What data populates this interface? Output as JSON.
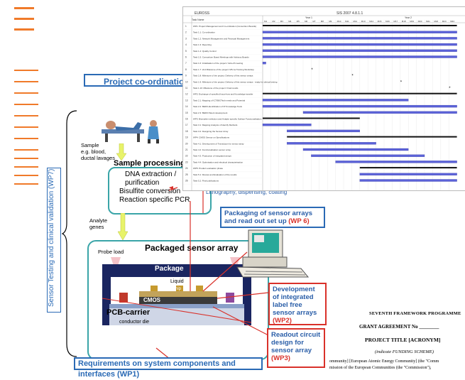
{
  "slide": {
    "pc_banner": "Project co-ordination an",
    "req_banner": "Requirements on system components and interfaces (WP1)",
    "vertical_label": "Sensor Testing and clinical validation (WP7)",
    "sample_label": "Sample\ne.g. blood,\nductal lavages",
    "sample_processing": "Sample processing",
    "processing_steps": [
      "DNA extraction /",
      "purification",
      "Bisulfite conversion",
      "Reaction specific PCR"
    ],
    "analyte_label": "Analyte\ngenes",
    "sensor_title": "Packaged sensor array",
    "probe_label": "Probe load",
    "package_label": "Package",
    "liquid_label": "Liquid",
    "dna_chip_label": "DNA chip",
    "cmos_label": "CMOS",
    "pcb_label": "PCB-carrier",
    "conductive_label": "conductor die",
    "litho_text": "Lithography, dispensing, coating",
    "wp6_text": "Packaging of sensor arrays and read out set up",
    "wp6_tag": "(WP 6)",
    "wp2_text": "Development of integrated label free sensor arrays",
    "wp2_tag": "(WP2)",
    "wp3_text": "Readout circuit design for sensor array",
    "wp3_tag": "(WP3)"
  },
  "gantt": {
    "header_left": "EUROSS",
    "header_mid": "SIS 2007 4.8.1.1",
    "col_num": "#",
    "col_task": "Task Name",
    "year1": "Year 1",
    "year2": "Year 2",
    "months": [
      "M1",
      "M2",
      "M3",
      "M4",
      "M5",
      "M6",
      "M7",
      "M8",
      "M9",
      "M10",
      "M11",
      "M12",
      "M13",
      "M14",
      "M15",
      "M16",
      "M17",
      "M18",
      "M19",
      "M20",
      "M21",
      "M22",
      "M23",
      "M24"
    ],
    "rows": [
      {
        "n": "1",
        "t": "WP1: Project Management and Co-ordination (Consortium Boards)"
      },
      {
        "n": "2",
        "t": "Task 1.1: Co-ordination"
      },
      {
        "n": "3",
        "t": "Task 1.2: Network Management and Financial Management"
      },
      {
        "n": "4",
        "t": "Task 1.3: Reporting"
      },
      {
        "n": "5",
        "t": "Task 1.4: Quality Control"
      },
      {
        "n": "6",
        "t": "Task 1.5: Consortium Board Meetings with Advisory Boards"
      },
      {
        "n": "7",
        "t": "Task 1.6: Initialisation of the project / kick-off meeting"
      },
      {
        "n": "8",
        "t": "Task 1.7: 2nd Milestone of the project: MS 1a Training Workshop"
      },
      {
        "n": "9",
        "t": "Task 1.8: Milestone of the project: Delivery of first sensor arrays"
      },
      {
        "n": "10",
        "t": "Task 1.9: Milestone of the project: Delivery of first sensor arrays - ready for clinical testing"
      },
      {
        "n": "11",
        "t": "Task 1.10: Milestone of the project: Final results"
      },
      {
        "n": "12",
        "t": "WP2: Exchange of specified know-how and Knowledge transfer"
      },
      {
        "n": "13",
        "t": "Task 2.1: Mapping of ICT/BIOTech needs and Potential"
      },
      {
        "n": "14",
        "t": "Task 2.2: BEFD-identification of IP Knowledge Tools"
      },
      {
        "n": "15",
        "t": "Task 2.3: BEFD Patent development"
      },
      {
        "n": "16",
        "t": "WP3: Biomarker selection and Analyte specific Surface Functionalisation"
      },
      {
        "n": "17",
        "t": "Task 3.1: Mapping Analysis of Identify Methods"
      },
      {
        "n": "18",
        "t": "Task 3.2: Designing the Sensor Array"
      },
      {
        "n": "19",
        "t": "WP4: CMOS Sensor on Specifications"
      },
      {
        "n": "20",
        "t": "Task 4.1: Development of Transducer for sensor array"
      },
      {
        "n": "21",
        "t": "Task 4.2: Functionalisation sensor array"
      },
      {
        "n": "22",
        "t": "Task 4.3: Production of integrated arrays"
      },
      {
        "n": "23",
        "t": "Task 4.4: Optimisation and electrical characterisation"
      },
      {
        "n": "24",
        "t": "WP5: Product evaluation phase"
      },
      {
        "n": "25",
        "t": "Task 5.1: Review and Evaluation of the results"
      },
      {
        "n": "26",
        "t": "Task 5.2: Final publications"
      }
    ]
  },
  "doc": {
    "programme": "SEVENTH FRAMEWORK PROGRAMME",
    "grant": "GRANT AGREEMENT No ________",
    "project_title": "PROJECT TITLE [ACRONYM]",
    "scheme": "(indicate FUNDING SCHEME)",
    "line1": "ommunity] [European Atomic Energy Community] (the \"Comm",
    "line2": "mission of the European Communities (the \"Commission\"),"
  },
  "colors": {
    "accent_blue": "#2a6ab5",
    "teal": "#3aa5a8",
    "red": "#d9312a",
    "orange": "#f07a2a",
    "gantt_bar": "#5b62d8"
  }
}
